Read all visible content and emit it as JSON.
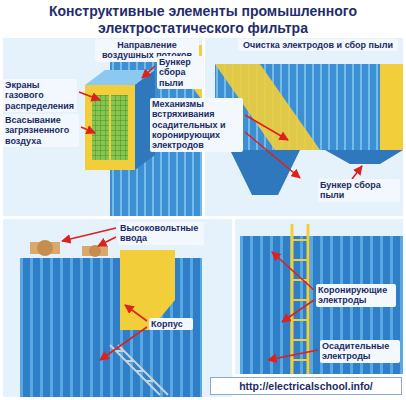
{
  "diagram": {
    "title": "Конструктивные элементы промышленного электростатического фильтра",
    "labels": [
      "Направление воздушных потоков",
      "Экраны газового распределения",
      "Всасывание загрязненного воздуха",
      "Бункер сбора пыли",
      "Очистка электродов и сбор пыли",
      "Механизмы встряхивания осадительных и коронирующих электродов",
      "Бункер сбора пыли",
      "Высоковольтные ввода",
      "Коронирующие электроды",
      "Корпус",
      "Осадительные электроды",
      "http://electricalschool.info/"
    ]
  }
}
